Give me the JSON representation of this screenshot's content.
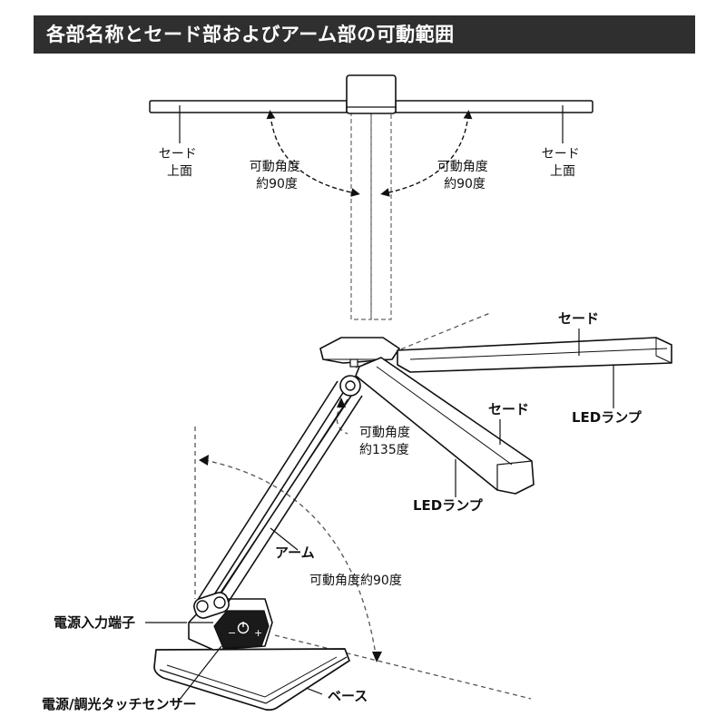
{
  "title": "各部名称とセード部およびアーム部の可動範囲",
  "top_view": {
    "shade_top_left": [
      "セード",
      "上面"
    ],
    "shade_top_right": [
      "セード",
      "上面"
    ],
    "range_left": [
      "可動角度",
      "約90度"
    ],
    "range_right": [
      "可動角度",
      "約90度"
    ]
  },
  "side_view": {
    "shade_upper": "セード",
    "led_upper": "LEDランプ",
    "shade_lower": "セード",
    "led_lower": "LEDランプ",
    "shade_range": [
      "可動角度",
      "約135度"
    ],
    "arm": "アーム",
    "arm_range": "可動角度約90度",
    "power_jack": "電源入力端子",
    "touch_sensor": "電源/調光タッチセンサー",
    "base": "ベース",
    "touch_minus": "−",
    "touch_plus": "+"
  },
  "colors": {
    "title_bg": "#2f2f2f",
    "title_fg": "#ffffff",
    "line": "#111111",
    "dash": "#555555",
    "panel": "#1a1a1a"
  }
}
